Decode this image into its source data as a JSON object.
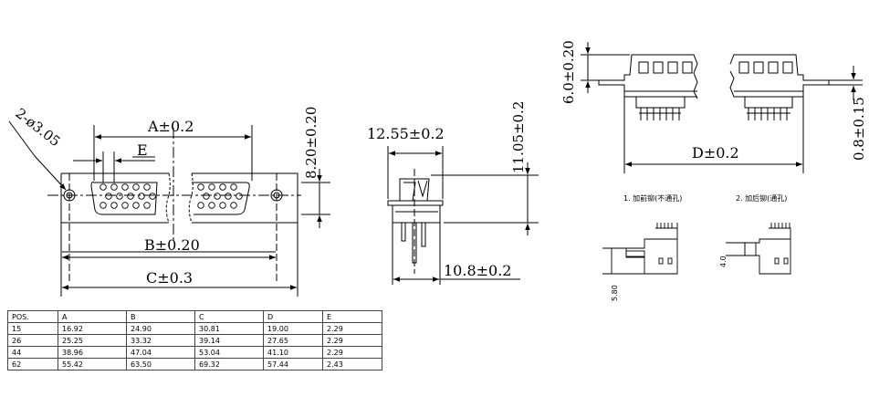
{
  "dims": {
    "hole": "2-ø3.05",
    "a": "A±0.2",
    "e": "E",
    "h820": "8.20±0.20",
    "b": "B±0.20",
    "c": "C±0.3",
    "w1255": "12.55±0.2",
    "h1105": "11.05±0.2",
    "w108": "10.8±0.2",
    "h60": "6.0±0.20",
    "d": "D±0.2",
    "h08": "0.8±0.15",
    "n580": "5.80",
    "n40": "4.0"
  },
  "notes": {
    "front": "1. 加前铆(不通孔)",
    "rear": "2. 加后铆(通孔)"
  },
  "table": {
    "headers": [
      "POS.",
      "A",
      "B",
      "C",
      "D",
      "E"
    ],
    "rows": [
      [
        "15",
        "16.92",
        "24.90",
        "30.81",
        "19.00",
        "2.29"
      ],
      [
        "26",
        "25.25",
        "33.32",
        "39.14",
        "27.65",
        "2.29"
      ],
      [
        "44",
        "38.96",
        "47.04",
        "53.04",
        "41.10",
        "2.29"
      ],
      [
        "62",
        "55.42",
        "63.50",
        "69.32",
        "57.44",
        "2.43"
      ]
    ]
  }
}
